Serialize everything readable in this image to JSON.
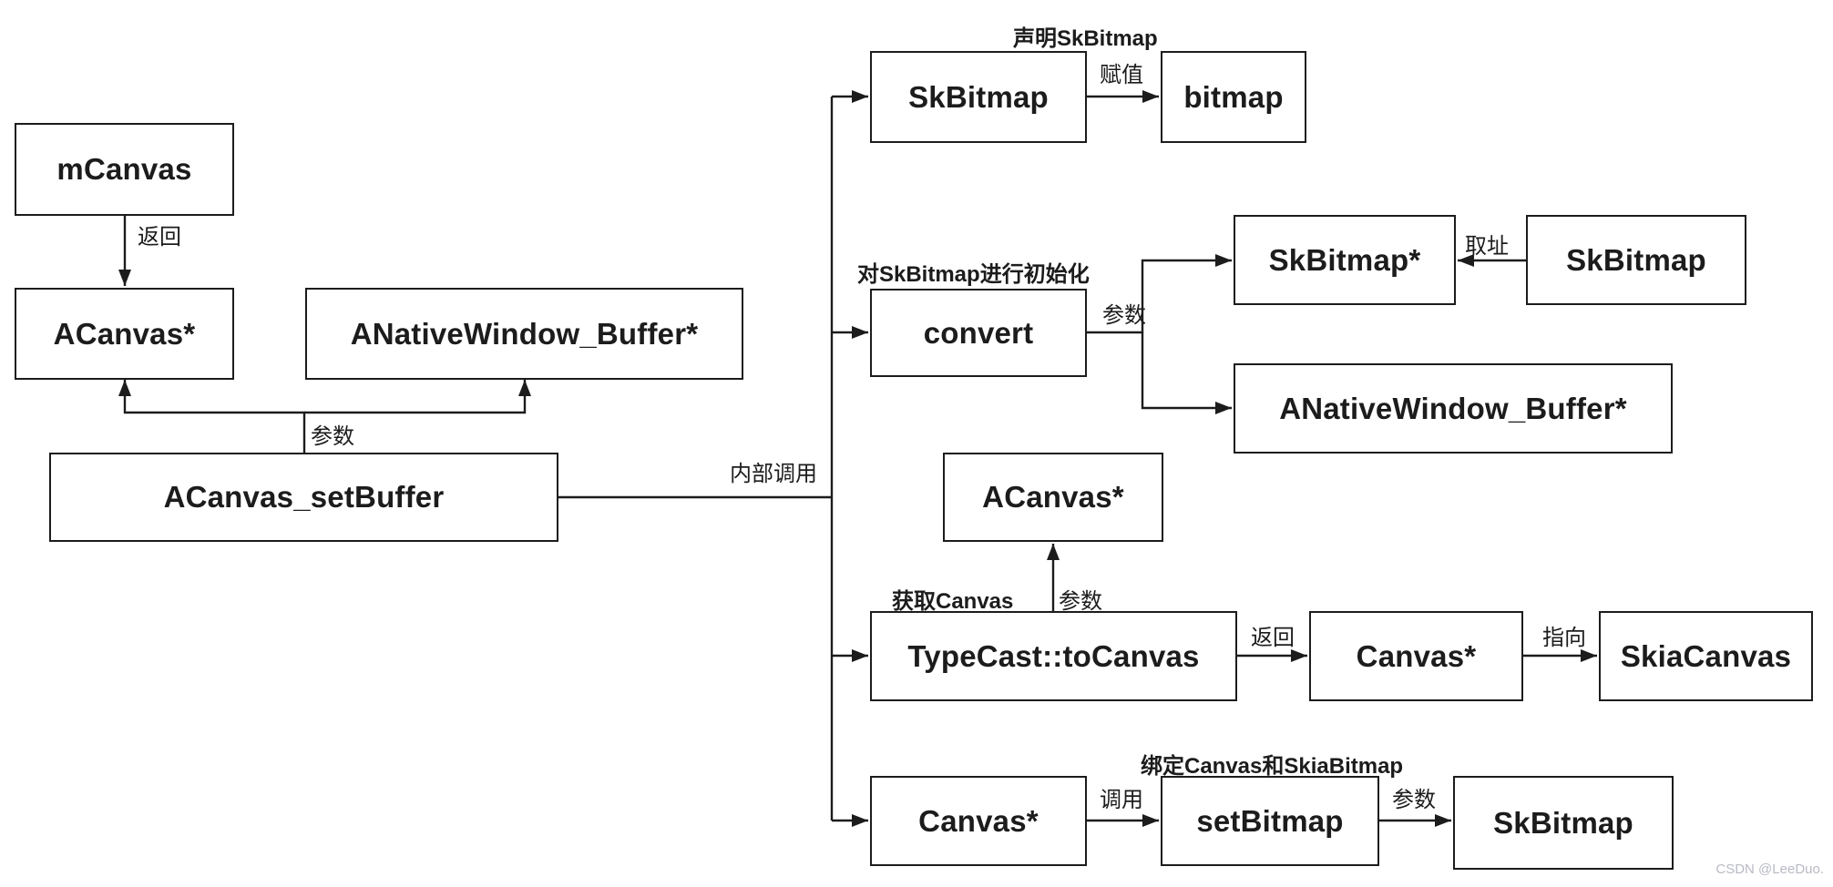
{
  "colors": {
    "line": "#1c1c1c",
    "bg": "#ffffff",
    "watermark": "#b9bac4"
  },
  "diagram": {
    "nodes": [
      {
        "id": "mcanvas",
        "label": "mCanvas"
      },
      {
        "id": "acanvas-ptr-left",
        "label": "ACanvas*"
      },
      {
        "id": "anativewindow-left",
        "label": "ANativeWindow_Buffer*"
      },
      {
        "id": "acanvas-setbuffer",
        "label": "ACanvas_setBuffer"
      },
      {
        "id": "skbitmap-top",
        "label": "SkBitmap"
      },
      {
        "id": "bitmap",
        "label": "bitmap"
      },
      {
        "id": "convert",
        "label": "convert"
      },
      {
        "id": "skbitmap-ptr",
        "label": "SkBitmap*"
      },
      {
        "id": "skbitmap-right",
        "label": "SkBitmap"
      },
      {
        "id": "anativewindow-right",
        "label": "ANativeWindow_Buffer*"
      },
      {
        "id": "acanvas-ptr-mid",
        "label": "ACanvas*"
      },
      {
        "id": "typecast-tocanvas",
        "label": "TypeCast::toCanvas"
      },
      {
        "id": "canvas-ptr-mid",
        "label": "Canvas*"
      },
      {
        "id": "skiacanvas",
        "label": "SkiaCanvas"
      },
      {
        "id": "canvas-ptr-bottom",
        "label": "Canvas*"
      },
      {
        "id": "setbitmap",
        "label": "setBitmap"
      },
      {
        "id": "skbitmap-bottom",
        "label": "SkBitmap"
      }
    ],
    "edge_labels": [
      {
        "id": "return-mcanvas",
        "text": "返回"
      },
      {
        "id": "param-setbuffer",
        "text": "参数"
      },
      {
        "id": "internal-call",
        "text": "内部调用"
      },
      {
        "id": "assign-bitmap",
        "text": "赋值"
      },
      {
        "id": "param-convert",
        "text": "参数"
      },
      {
        "id": "take-address",
        "text": "取址"
      },
      {
        "id": "param-typecast",
        "text": "参数"
      },
      {
        "id": "return-typecast",
        "text": "返回"
      },
      {
        "id": "point-to",
        "text": "指向"
      },
      {
        "id": "call-setbitmap",
        "text": "调用"
      },
      {
        "id": "param-skbitmap",
        "text": "参数"
      }
    ],
    "section_labels": [
      {
        "id": "declare-skbitmap",
        "text": "声明SkBitmap"
      },
      {
        "id": "init-skbitmap",
        "text": "对SkBitmap进行初始化"
      },
      {
        "id": "get-canvas",
        "text": "获取Canvas"
      },
      {
        "id": "bind-canvas",
        "text": "绑定Canvas和SkiaBitmap"
      }
    ]
  },
  "watermark": {
    "text": "CSDN @LeeDuo."
  }
}
